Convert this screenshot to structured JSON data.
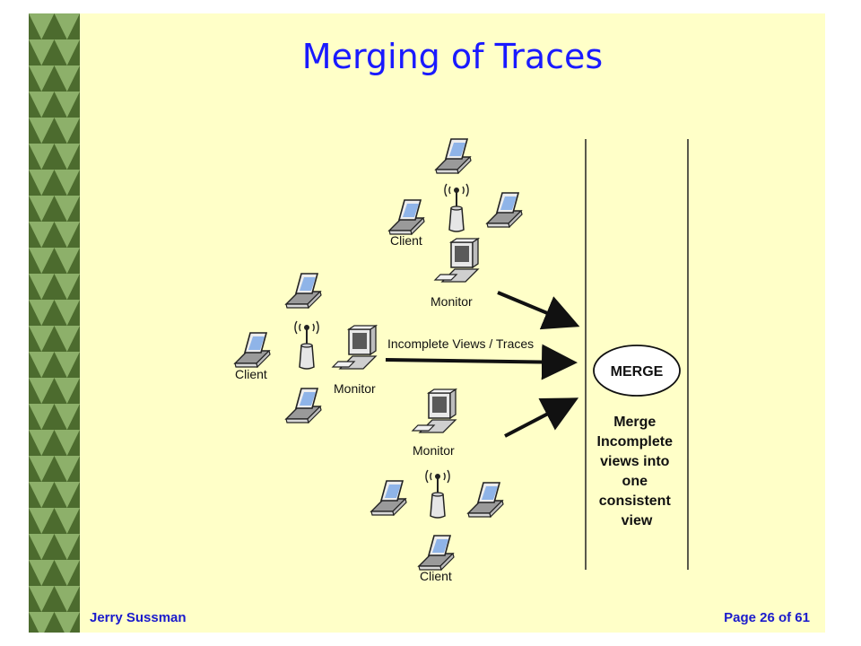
{
  "slide": {
    "title": "Merging of Traces",
    "author": "Jerry Sussman",
    "page": "Page 26 of 61",
    "colors": {
      "background": "#ffffc8",
      "title": "#1a1aff",
      "footer": "#1a1acc",
      "stripe_light": "#8db06a",
      "stripe_dark": "#4c6b2e"
    }
  },
  "diagram": {
    "labels": {
      "client": "Client",
      "monitor": "Monitor",
      "traces": "Incomplete Views / Traces",
      "merge": "MERGE"
    },
    "merge_caption": [
      "Merge",
      "Incomplete",
      "views into",
      "one",
      "consistent",
      "view"
    ]
  }
}
